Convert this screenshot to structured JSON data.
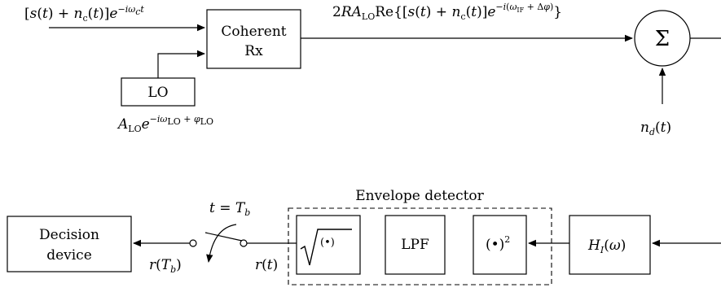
{
  "top": {
    "input_signal": "[s(t) + n_c(t)]e^{-iω_c t}",
    "coherent_rx_line1": "Coherent",
    "coherent_rx_line2": "Rx",
    "lo_block": "LO",
    "lo_signal": "A_LO e^{-iω_LO + φ_LO}",
    "if_signal": "2RA_LO Re{[s(t) + n_c(t)]e^{-i(ω_IF + Δφ)}}",
    "sum_symbol": "Σ",
    "noise_input": "n_d(t)"
  },
  "bottom": {
    "envelope_detector_label": "Envelope detector",
    "filter_block": "H_I(ω)",
    "square_block": "(•)²",
    "lpf_block": "LPF",
    "sqrt_block": "√(•)",
    "r_t": "r(t)",
    "sampling_time": "t = T_b",
    "r_tb": "r(T_b)",
    "decision_line1": "Decision",
    "decision_line2": "device"
  }
}
